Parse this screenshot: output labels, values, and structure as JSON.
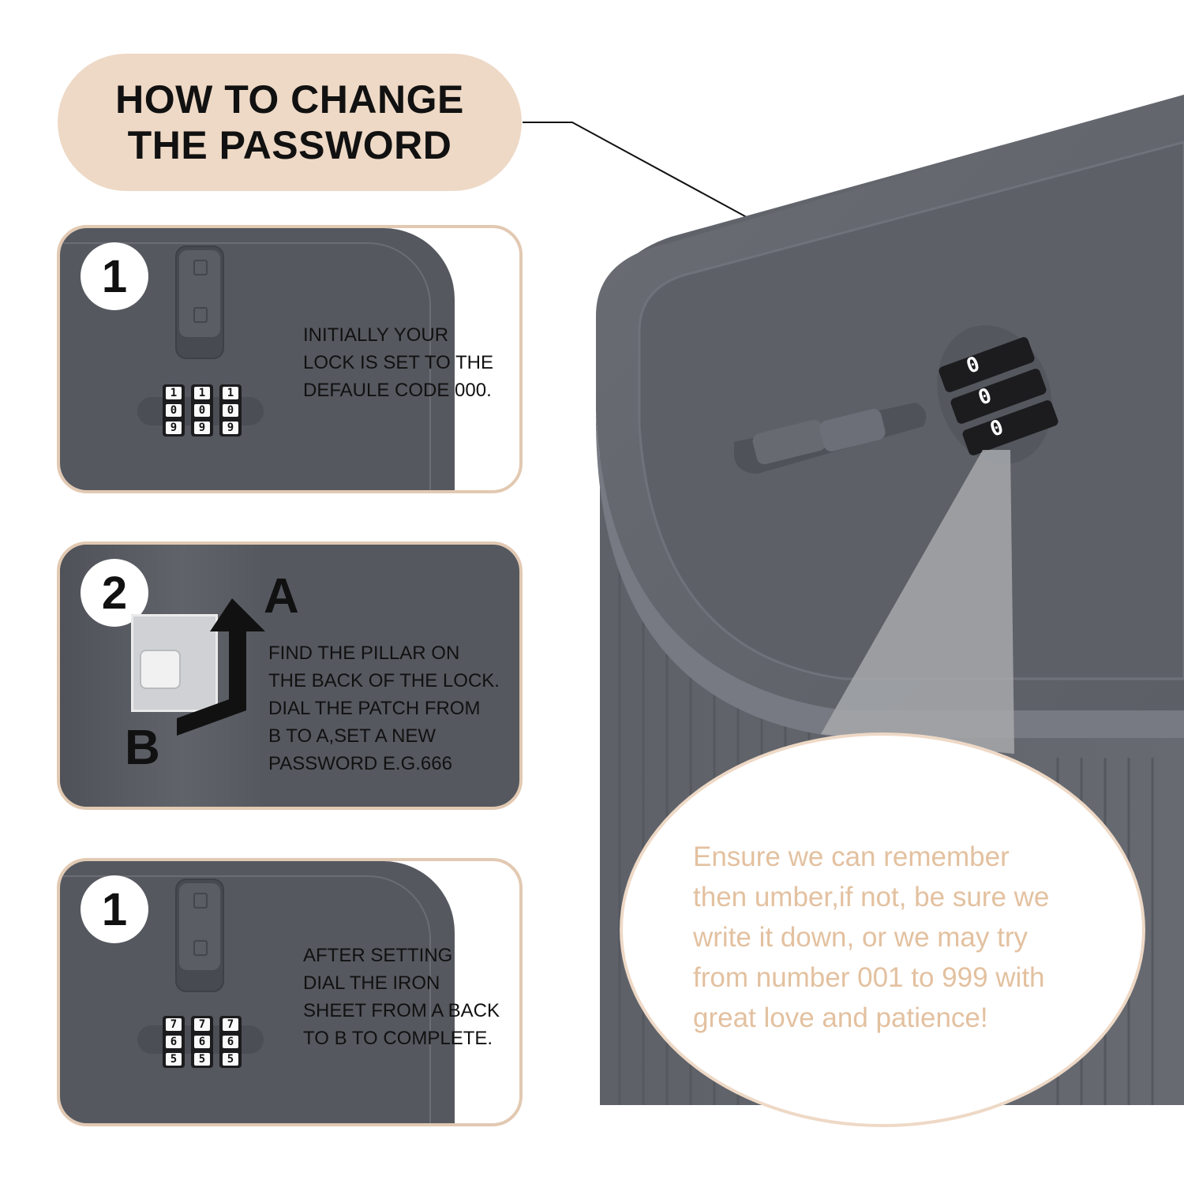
{
  "title": "HOW TO CHANGE\nTHE PASSWORD",
  "steps": [
    {
      "number": "1",
      "text": "INITIALLY YOUR\nLOCK IS SET TO THE\nDEFAULE CODE 000.",
      "dials": [
        [
          "1",
          "0",
          "9"
        ],
        [
          "1",
          "0",
          "9"
        ],
        [
          "1",
          "0",
          "9"
        ]
      ]
    },
    {
      "number": "2",
      "text": "FIND THE PILLAR ON\nTHE BACK OF THE LOCK.\nDIAL THE PATCH FROM\nB TO A,SET A NEW\nPASSWORD E.G.666",
      "label_a": "A",
      "label_b": "B"
    },
    {
      "number": "1",
      "text": "AFTER SETTING\nDIAL THE IRON\nSHEET FROM A BACK\nTO B TO COMPLETE.",
      "dials": [
        [
          "7",
          "6",
          "5"
        ],
        [
          "7",
          "6",
          "5"
        ],
        [
          "7",
          "6",
          "5"
        ]
      ]
    }
  ],
  "tip": "Ensure we can remember\nthen umber,if not, be sure we\nwrite it down, or we may try\nfrom number 001 to 999 with\ngreat love and patience!",
  "product_dials": [
    "0",
    "0",
    "0"
  ],
  "colors": {
    "pill": "#eed9c6",
    "card_border": "#e2c9b2",
    "device_gray": "#55585f",
    "tip_text": "#e3c1a0"
  }
}
